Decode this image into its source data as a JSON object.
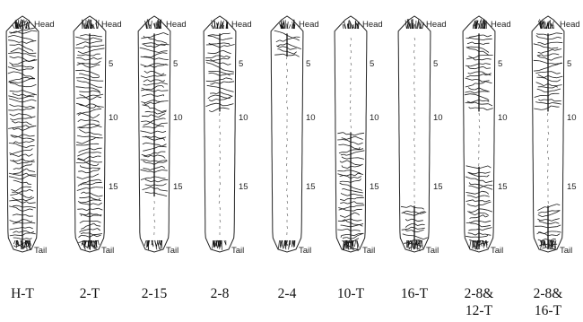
{
  "axis_labels": {
    "head": "Head",
    "tail": "Tail",
    "marks": [
      "5",
      "10",
      "15"
    ]
  },
  "panels": [
    {
      "caption": "H-T",
      "show_marks": false,
      "segments": [
        [
          0,
          1
        ]
      ]
    },
    {
      "caption": "2-T",
      "show_marks": true,
      "segments": [
        [
          0.06,
          1
        ]
      ]
    },
    {
      "caption": "2-15",
      "show_marks": true,
      "segments": [
        [
          0.06,
          0.77
        ]
      ]
    },
    {
      "caption": "2-8",
      "show_marks": true,
      "segments": [
        [
          0.06,
          0.4
        ]
      ]
    },
    {
      "caption": "2-4",
      "show_marks": true,
      "segments": [
        [
          0.06,
          0.16
        ]
      ]
    },
    {
      "caption": "10-T",
      "show_marks": true,
      "segments": [
        [
          0.49,
          1
        ]
      ]
    },
    {
      "caption": "16-T",
      "show_marks": true,
      "segments": [
        [
          0.81,
          1
        ]
      ]
    },
    {
      "caption": "2-8&\n12-T",
      "show_marks": true,
      "segments": [
        [
          0.06,
          0.4
        ],
        [
          0.64,
          1
        ]
      ]
    },
    {
      "caption": "2-8&\n16-T",
      "show_marks": true,
      "segments": [
        [
          0.06,
          0.4
        ],
        [
          0.81,
          1
        ]
      ]
    }
  ]
}
